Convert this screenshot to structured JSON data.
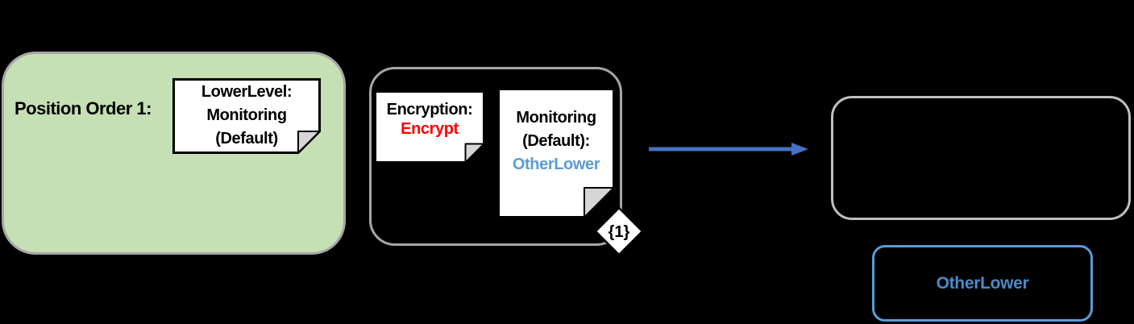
{
  "diagram": {
    "background_color": "#000000",
    "position_panel": {
      "label": "Position Order 1:",
      "fill_color": "#c5e0b4",
      "border_color": "#a6a6a6",
      "note": {
        "line1": "LowerLevel:",
        "line2": "Monitoring",
        "line3": "(Default)"
      }
    },
    "policy_group": {
      "border_color": "#a6a6a6",
      "encryption_note": {
        "line1": "Encryption:",
        "line2": "Encrypt",
        "line2_color": "#ff0000"
      },
      "monitoring_note": {
        "line1": "Monitoring",
        "line2": "(Default):",
        "line3": "OtherLower",
        "line3_color": "#5b9bd5"
      },
      "badge_label": "{1}"
    },
    "arrow_color": "#4472c4",
    "result_box": {
      "border_color": "#bfbfbf"
    },
    "other_lower_box": {
      "label": "OtherLower",
      "border_color": "#5b9bd5",
      "text_color": "#4d8ac9"
    }
  }
}
